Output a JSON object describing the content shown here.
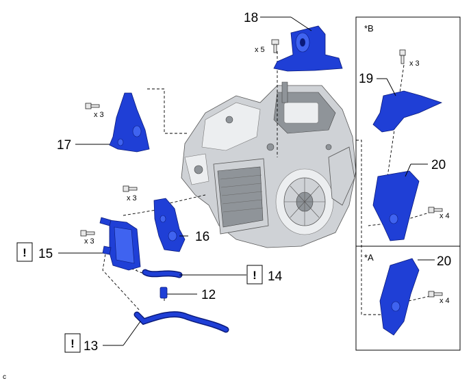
{
  "callouts": {
    "n12": "12",
    "n13": "13",
    "n14": "14",
    "n15": "15",
    "n16": "16",
    "n17": "17",
    "n18": "18",
    "n19": "19",
    "n20a": "20",
    "n20b": "20"
  },
  "quantities": {
    "q18": "x 5",
    "q17": "x 3",
    "q16": "x 3",
    "q15": "x 3",
    "q19": "x 3",
    "q20b": "x 4",
    "q20a": "x 4"
  },
  "panels": {
    "b_label": "*B",
    "a_label": "*A"
  },
  "caution": {
    "mark": "!"
  },
  "footer": {
    "code": "c"
  },
  "colors": {
    "part_fill": "#1f3fd6",
    "part_outline": "#0a1a7a",
    "transaxle": "#cfd2d6"
  }
}
